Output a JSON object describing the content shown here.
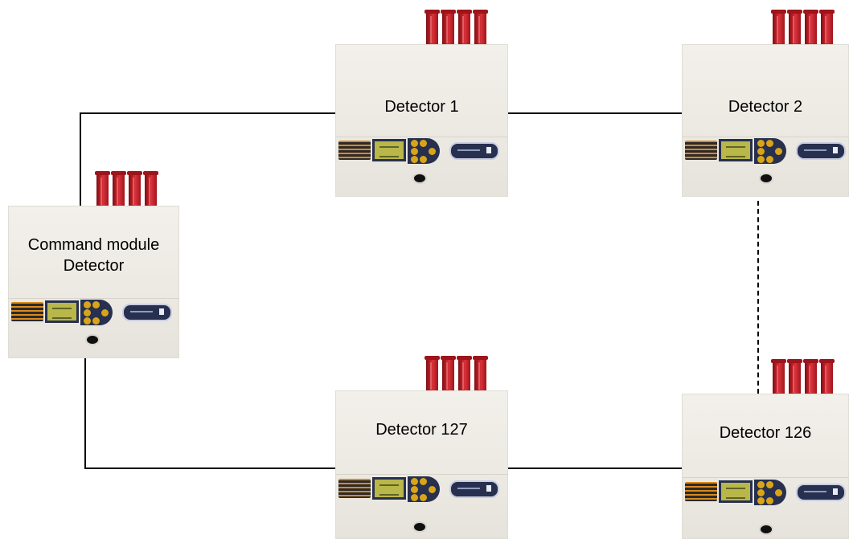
{
  "diagram": {
    "nodes": [
      {
        "id": "command",
        "label_line1": "Command module",
        "label_line2": "Detector"
      },
      {
        "id": "det1",
        "label_line1": "Detector 1"
      },
      {
        "id": "det2",
        "label_line1": "Detector 2"
      },
      {
        "id": "det127",
        "label_line1": "Detector 127"
      },
      {
        "id": "det126",
        "label_line1": "Detector 126"
      }
    ],
    "edges": [
      {
        "from": "command",
        "to": "det1",
        "style": "solid"
      },
      {
        "from": "det1",
        "to": "det2",
        "style": "solid"
      },
      {
        "from": "det2",
        "to": "det126",
        "style": "dashed"
      },
      {
        "from": "det126",
        "to": "det127",
        "style": "solid"
      },
      {
        "from": "det127",
        "to": "command",
        "style": "solid"
      }
    ],
    "colors": {
      "pipe_red": "#c41f26",
      "housing": "#eeece6",
      "panel_navy": "#27304e",
      "button_amber": "#d9a418",
      "line": "#000000"
    }
  }
}
